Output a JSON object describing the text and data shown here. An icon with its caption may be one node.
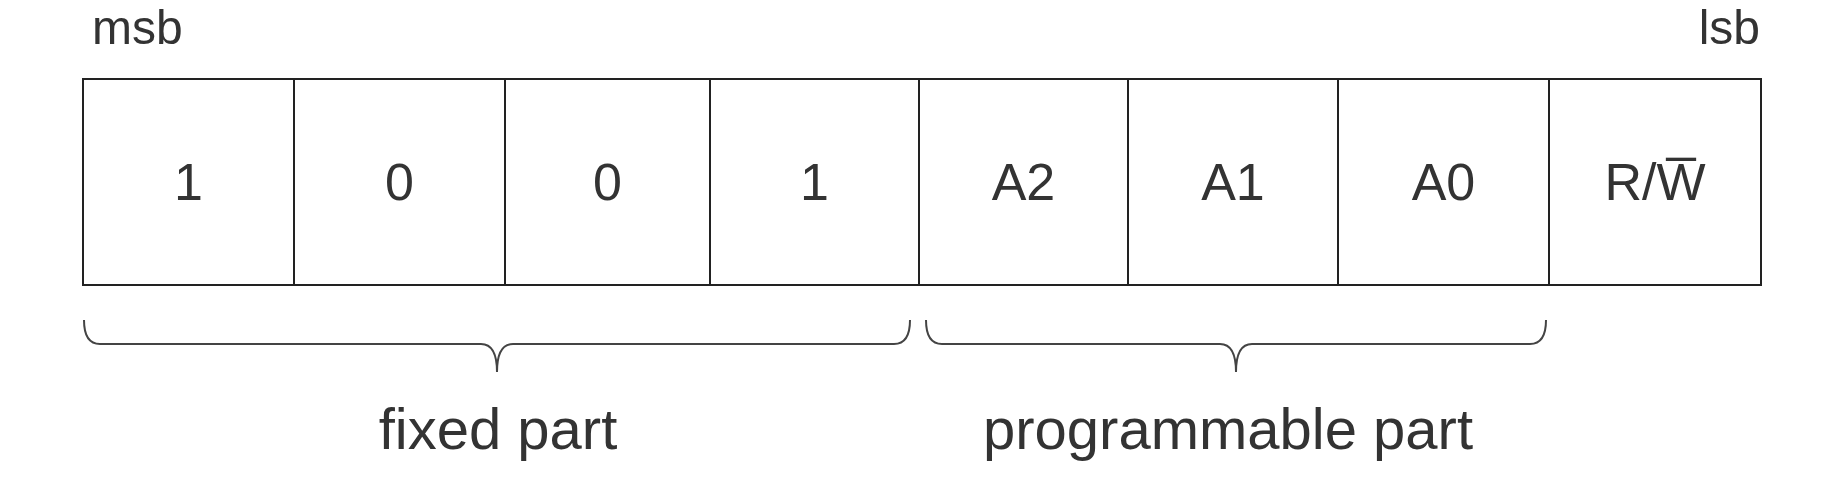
{
  "diagram": {
    "nodes": [
      {
        "text": [
          "1"
        ]
      },
      {
        "text": [
          "0"
        ]
      },
      {
        "text": [
          "0"
        ]
      },
      {
        "text": [
          "1"
        ]
      },
      {
        "text": [
          "A2"
        ]
      },
      {
        "text": [
          "A1"
        ]
      },
      {
        "text": [
          "A0"
        ]
      },
      {
        "text": [
          "R/W̅"
        ]
      }
    ],
    "edges": [],
    "labels": [
      "msb",
      "lsb",
      "fixed part",
      "programmable part"
    ]
  }
}
